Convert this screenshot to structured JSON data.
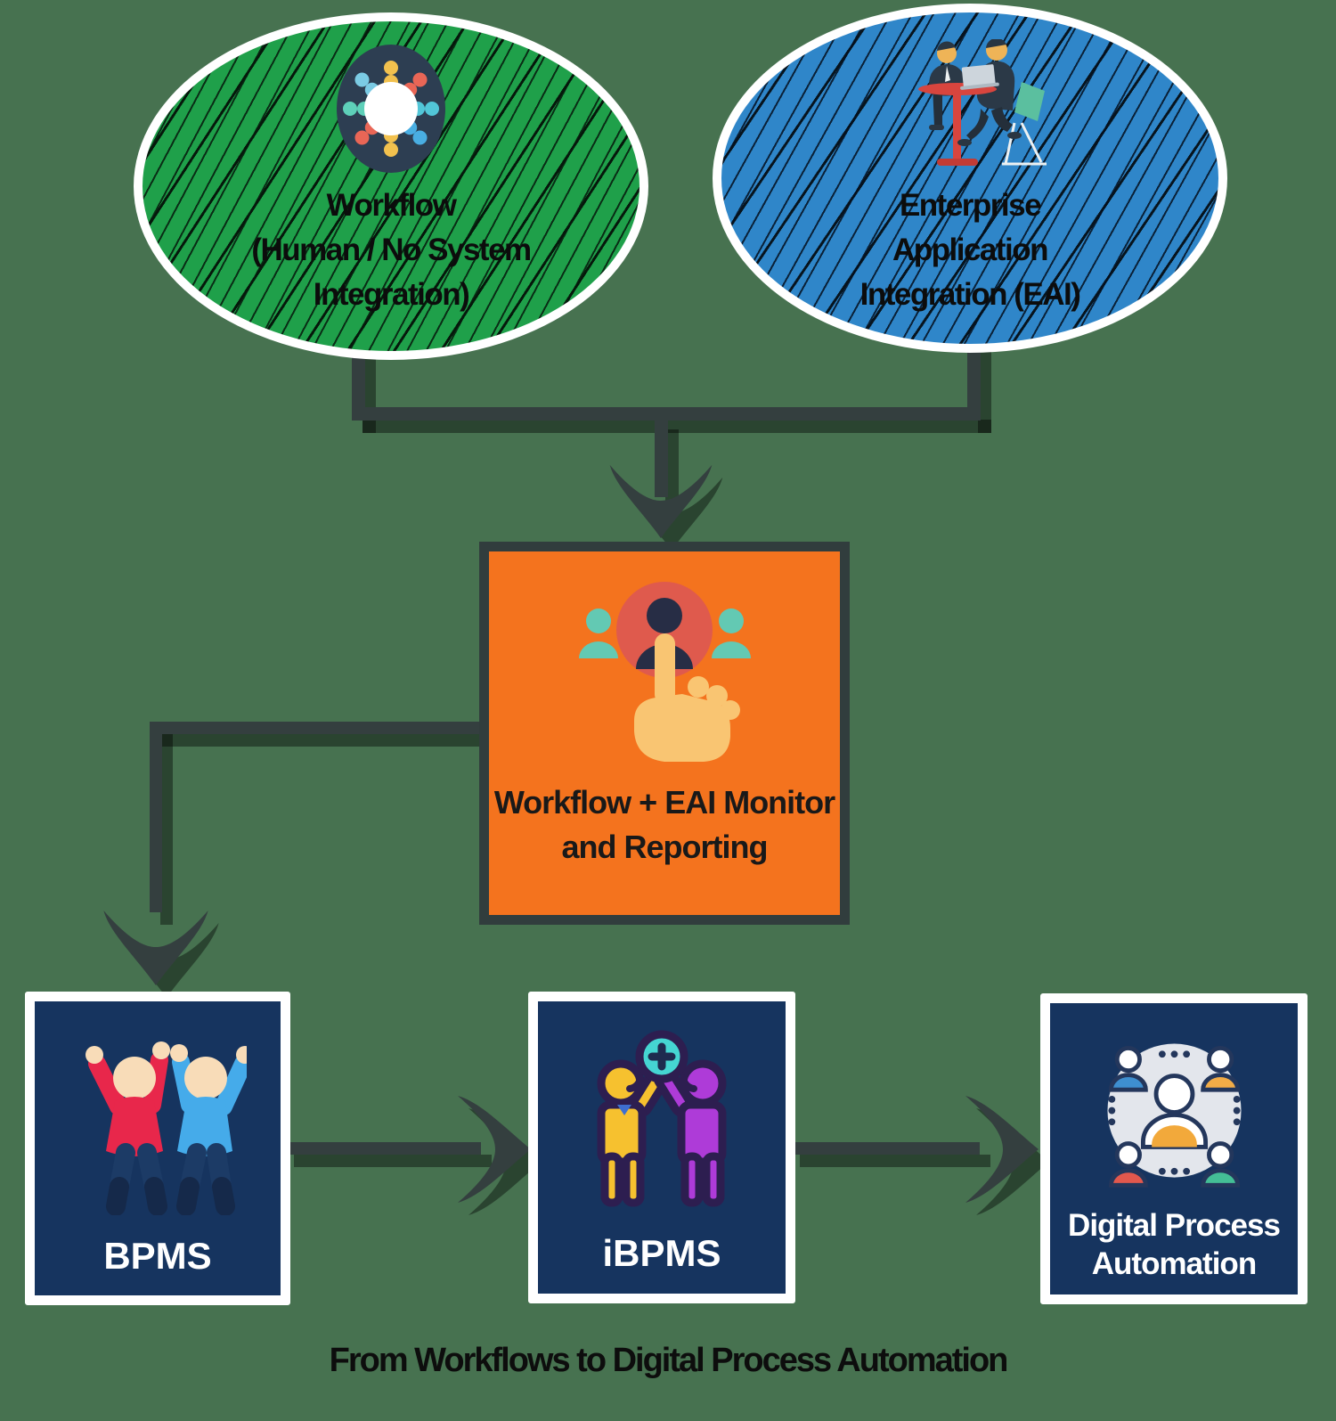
{
  "caption": "From Workflows to Digital Process Automation",
  "nodes": {
    "workflow": {
      "lines": [
        "Workflow",
        "(Human / No System",
        "Integration)"
      ],
      "color": "#1FA04A"
    },
    "eai": {
      "lines": [
        "Enterprise",
        "Application",
        "Integration (EAI)"
      ],
      "color": "#2F86C9"
    },
    "monitor": {
      "lines": [
        "Workflow + EAI Monitor",
        "and Reporting"
      ],
      "color": "#F4731E"
    },
    "bpms": {
      "label": "BPMS",
      "color": "#16345F"
    },
    "ibpms": {
      "label": "iBPMS",
      "color": "#16345F"
    },
    "dpa": {
      "lines": [
        "Digital Process",
        "Automation"
      ],
      "color": "#16345F"
    }
  },
  "icons": {
    "workflow": "team-cycle-icon",
    "eai": "business-meeting-icon",
    "monitor": "hand-select-people-icon",
    "bpms": "two-people-cheering-icon",
    "ibpms": "two-people-high-five-icon",
    "dpa": "people-network-icon"
  },
  "colors": {
    "background": "#477250",
    "connector": "#343F3F",
    "shadow": "#050505",
    "text_dark": "#0d0d0d",
    "text_light": "#FFFFFF"
  }
}
